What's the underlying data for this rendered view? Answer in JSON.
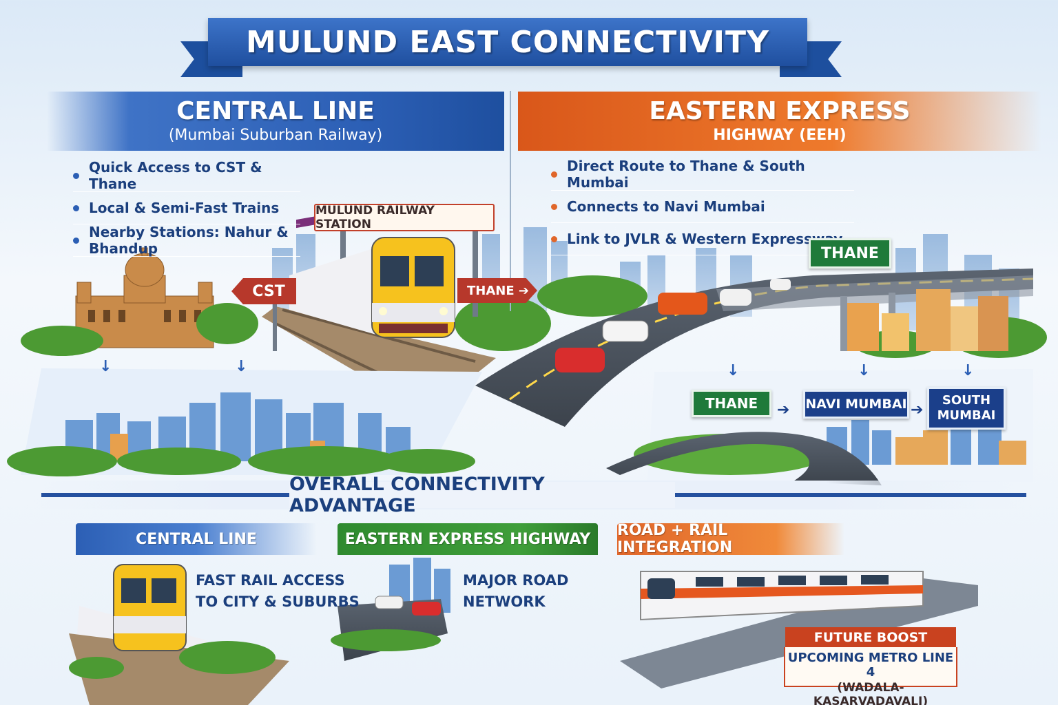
{
  "title": "MULUND EAST CONNECTIVITY",
  "central_line": {
    "title": "CENTRAL LINE",
    "subtitle": "(Mumbai Suburban Railway)",
    "bullets": [
      "Quick Access to CST & Thane",
      "Local & Semi-Fast Trains",
      "Nearby Stations: Nahur & Bhandup"
    ],
    "station_sign": "MULUND RAILWAY STATION",
    "sign_left": "CST",
    "sign_right": "THANE ➔"
  },
  "eastern_express": {
    "title": "EASTERN EXPRESS",
    "subtitle": "HIGHWAY (EEH)",
    "bullets": [
      "Direct Route to Thane & South Mumbai",
      "Connects to Navi Mumbai",
      "Link to JVLR & Western Expressway"
    ],
    "highway_sign": "THANE",
    "route_signs": [
      "THANE",
      "NAVI MUMBAI",
      "SOUTH MUMBAI"
    ]
  },
  "overall": {
    "title": "OVERALL CONNECTIVITY ADVANTAGE",
    "panels": [
      {
        "title": "CENTRAL LINE",
        "text": [
          "FAST RAIL ACCESS",
          "TO CITY & SUBURBS"
        ]
      },
      {
        "title": "EASTERN EXPRESS HIGHWAY",
        "text": [
          "MAJOR ROAD",
          "NETWORK"
        ]
      },
      {
        "title": "ROAD + RAIL INTEGRATION"
      }
    ],
    "future": {
      "title": "FUTURE BOOST",
      "line1": "UPCOMING METRO LINE 4",
      "line2": "(WADALA-KASARVADAVALI)"
    }
  },
  "colors": {
    "primary_blue": "#1f4f9f",
    "accent_orange": "#e0662a",
    "road_green": "#2e8a2e",
    "sign_green": "#1f7a3a",
    "sign_red": "#b7382b"
  }
}
